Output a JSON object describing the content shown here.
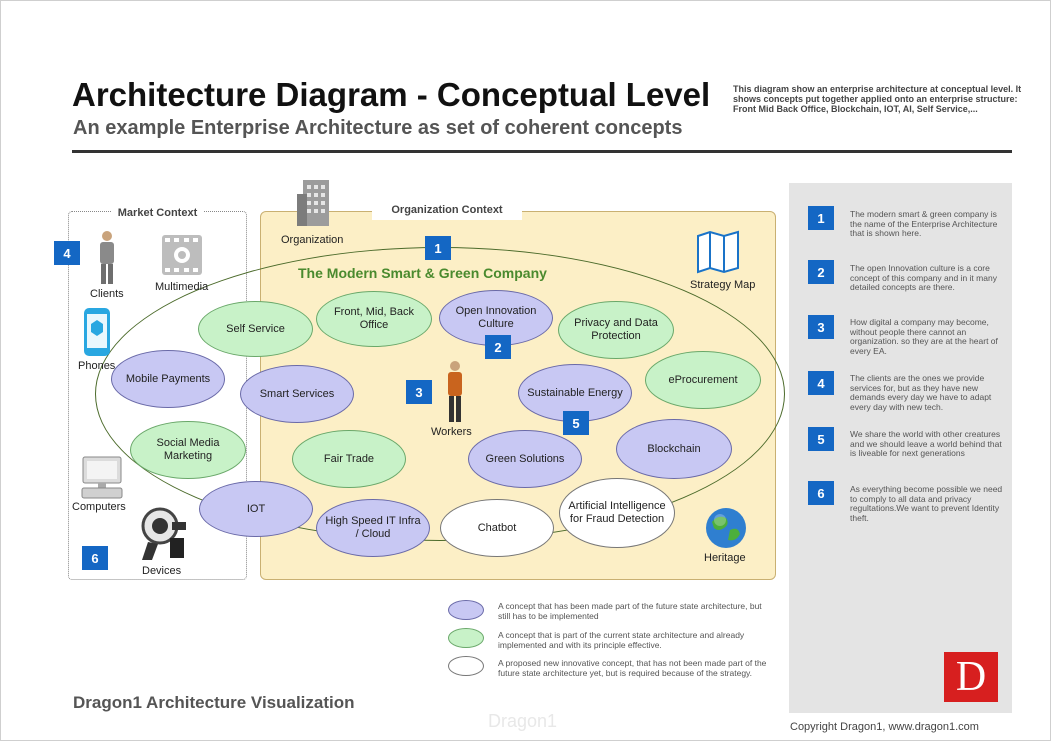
{
  "header": {
    "title": "Architecture Diagram - Conceptual Level",
    "subtitle": "An example Enterprise Architecture as set of coherent concepts",
    "description": "This diagram show an enterprise architecture at conceptual level. It shows concepts put together applied onto an enterprise structure: Front Mid Back Office, Blockchain, IOT, AI, Self Service,..."
  },
  "market": {
    "title": "Market Context",
    "clients": "Clients",
    "multimedia": "Multimedia",
    "phones": "Phones",
    "computers": "Computers",
    "devices": "Devices"
  },
  "org": {
    "title": "Organization Context",
    "organization": "Organization",
    "strategy_map": "Strategy Map",
    "workers": "Workers",
    "heritage": "Heritage",
    "company": "The Modern Smart & Green Company"
  },
  "concepts": {
    "self_service": "Self Service",
    "front_mid_back": "Front, Mid, Back Office",
    "open_innovation": "Open Innovation Culture",
    "privacy": "Privacy and Data Protection",
    "mobile_payments": "Mobile Payments",
    "smart_services": "Smart Services",
    "sustainable_energy": "Sustainable Energy",
    "eprocurement": "eProcurement",
    "social_media": "Social Media Marketing",
    "fair_trade": "Fair Trade",
    "green_solutions": "Green Solutions",
    "blockchain": "Blockchain",
    "iot": "IOT",
    "high_speed": "High Speed IT Infra / Cloud",
    "chatbot": "Chatbot",
    "ai_fraud": "Artificial Intelligence for Fraud Detection"
  },
  "badges": {
    "b1": "1",
    "b2": "2",
    "b3": "3",
    "b4": "4",
    "b5": "5",
    "b6": "6"
  },
  "notes": {
    "n1": "The modern smart & green company is the name of the Enterprise Architecture that is shown here.",
    "n2": "The open Innovation culture is a core concept of this company and in it many detailed concepts are there.",
    "n3": "How digital a company may become, without people there cannot an organization. so they are at the heart of every EA.",
    "n4": "The clients are the ones we provide services for, but as they have new demands every day we have to adapt every day with new tech.",
    "n5": "We share the world with other creatures and we should leave a world behind that is liveable for next generations",
    "n6": "As everything become possible we need to comply to all data and privacy regultations.We want to prevent Identity theft."
  },
  "legend": {
    "purple": "A concept that has been made part of the future state architecture, but still has to be implemented",
    "green": "A concept that is part of the current state architecture and already implemented and with its principle effective.",
    "white": "A proposed new innovative concept, that has not been made part of the future state architecture yet, but is required because of the strategy."
  },
  "footer": {
    "left": "Dragon1 Architecture Visualization",
    "watermark": "Dragon1",
    "copyright": "Copyright Dragon1, www.dragon1.com",
    "logo_letter": "D"
  },
  "colors": {
    "accent_blue": "#1467c4",
    "purple_concept": "#c8c8f3",
    "green_concept": "#c8f2c8",
    "org_background": "#fcefc6",
    "logo_red": "#d71f1f"
  }
}
